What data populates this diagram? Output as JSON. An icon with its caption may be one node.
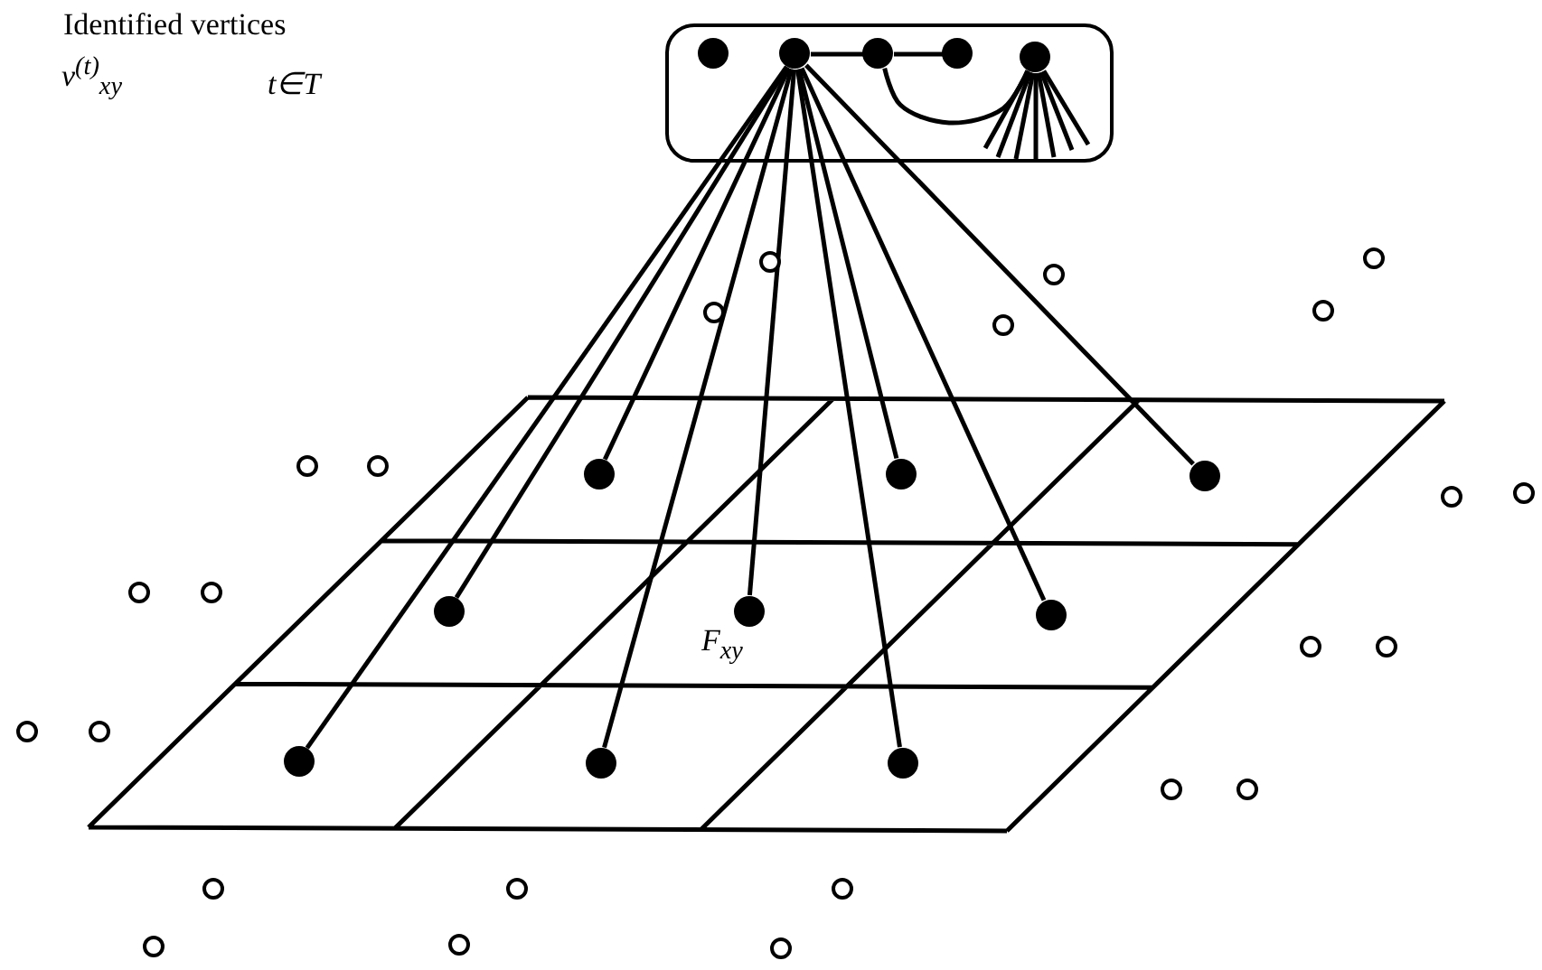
{
  "diagram": {
    "nodes": [
      {
        "text": [],
        "shape": "box"
      },
      {
        "text": [],
        "shape": "dot",
        "in": 0
      },
      {
        "text": [],
        "shape": "dot",
        "in": 0
      },
      {
        "text": [],
        "shape": "dot",
        "in": 0
      },
      {
        "text": [],
        "shape": "dot",
        "in": 0
      },
      {
        "text": [],
        "shape": "dot",
        "in": 0
      },
      {
        "text": [],
        "shape": "dot"
      },
      {
        "text": [],
        "shape": "dot"
      },
      {
        "text": [],
        "shape": "dot"
      },
      {
        "text": [],
        "shape": "dot"
      },
      {
        "text": [],
        "shape": "dot"
      },
      {
        "text": [],
        "shape": "dot"
      },
      {
        "text": [],
        "shape": "dot"
      },
      {
        "text": [],
        "shape": "dot"
      },
      {
        "text": [],
        "shape": "dot"
      },
      {
        "text": [],
        "shape": "ring"
      },
      {
        "text": [],
        "shape": "ring"
      },
      {
        "text": [],
        "shape": "ring"
      },
      {
        "text": [],
        "shape": "ring"
      },
      {
        "text": [],
        "shape": "ring"
      },
      {
        "text": [],
        "shape": "ring"
      },
      {
        "text": [],
        "shape": "ring"
      },
      {
        "text": [],
        "shape": "ring"
      },
      {
        "text": [],
        "shape": "ring"
      },
      {
        "text": [],
        "shape": "ring"
      },
      {
        "text": [],
        "shape": "ring"
      },
      {
        "text": [],
        "shape": "ring"
      },
      {
        "text": [],
        "shape": "ring"
      },
      {
        "text": [],
        "shape": "ring"
      },
      {
        "text": [],
        "shape": "ring"
      },
      {
        "text": [],
        "shape": "ring"
      },
      {
        "text": [],
        "shape": "ring"
      },
      {
        "text": [],
        "shape": "ring"
      },
      {
        "text": [],
        "shape": "ring"
      },
      {
        "text": [],
        "shape": "ring"
      },
      {
        "text": [],
        "shape": "ring"
      },
      {
        "text": [],
        "shape": "ring"
      },
      {
        "text": [],
        "shape": "ring"
      },
      {
        "text": [],
        "shape": "ring"
      }
    ],
    "edges": [
      {
        "from": 2,
        "to": 3,
        "arrow": "none"
      },
      {
        "from": 3,
        "to": 4,
        "arrow": "none"
      },
      {
        "from": 3,
        "to": 5,
        "arrow": "none"
      },
      {
        "from": 2,
        "to": 6,
        "arrow": "none"
      },
      {
        "from": 2,
        "to": 7,
        "arrow": "none"
      },
      {
        "from": 2,
        "to": 8,
        "arrow": "none"
      },
      {
        "from": 2,
        "to": 9,
        "arrow": "none"
      },
      {
        "from": 2,
        "to": 10,
        "arrow": "none"
      },
      {
        "from": 2,
        "to": 11,
        "arrow": "none"
      },
      {
        "from": 2,
        "to": 12,
        "arrow": "none"
      },
      {
        "from": 2,
        "to": 13,
        "arrow": "none"
      },
      {
        "from": 2,
        "to": 14,
        "arrow": "none"
      },
      {
        "from": 5,
        "to": null,
        "arrow": "none"
      },
      {
        "from": 5,
        "to": null,
        "arrow": "none"
      },
      {
        "from": 5,
        "to": null,
        "arrow": "none"
      },
      {
        "from": 5,
        "to": null,
        "arrow": "none"
      },
      {
        "from": 5,
        "to": null,
        "arrow": "none"
      },
      {
        "from": 5,
        "to": null,
        "arrow": "none"
      },
      {
        "from": 5,
        "to": null,
        "arrow": "none"
      }
    ],
    "labels": [
      "Identified vertices",
      "v$^{(t)}$$_{xy}$",
      "t∈T",
      "F$_{xy}$"
    ]
  }
}
